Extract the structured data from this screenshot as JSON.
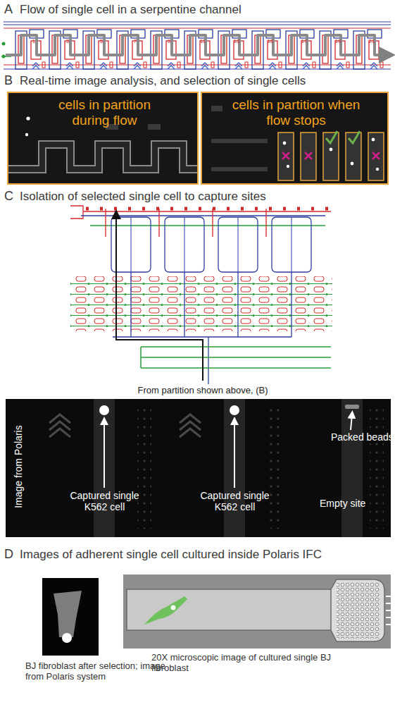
{
  "diagram": {
    "nodes": [
      {
        "text": [
          "cells in partition during flow"
        ]
      },
      {
        "text": [
          "cells in partition when flow stops"
        ]
      },
      {
        "text": [
          "Image from Polaris",
          "Captured single K562 cell",
          "Captured single K562 cell",
          "Packed beads",
          "Empty site"
        ]
      }
    ],
    "labels": [
      "A",
      "Flow of single cell in a serpentine channel",
      "1",
      "3",
      "5",
      "7",
      "9",
      "11",
      "13",
      "15",
      "17",
      "19",
      "21",
      "B",
      "Real-time image analysis, and selection of single cells",
      "C",
      "Isolation of selected single cell to capture sites",
      "From partition shown above, (B)",
      "D",
      "Images of adherent single cell cultured inside Polaris IFC",
      "BJ fibroblast after selection; image from Polaris system",
      "20X microscopic image of cultured single BJ fibroblast"
    ]
  }
}
